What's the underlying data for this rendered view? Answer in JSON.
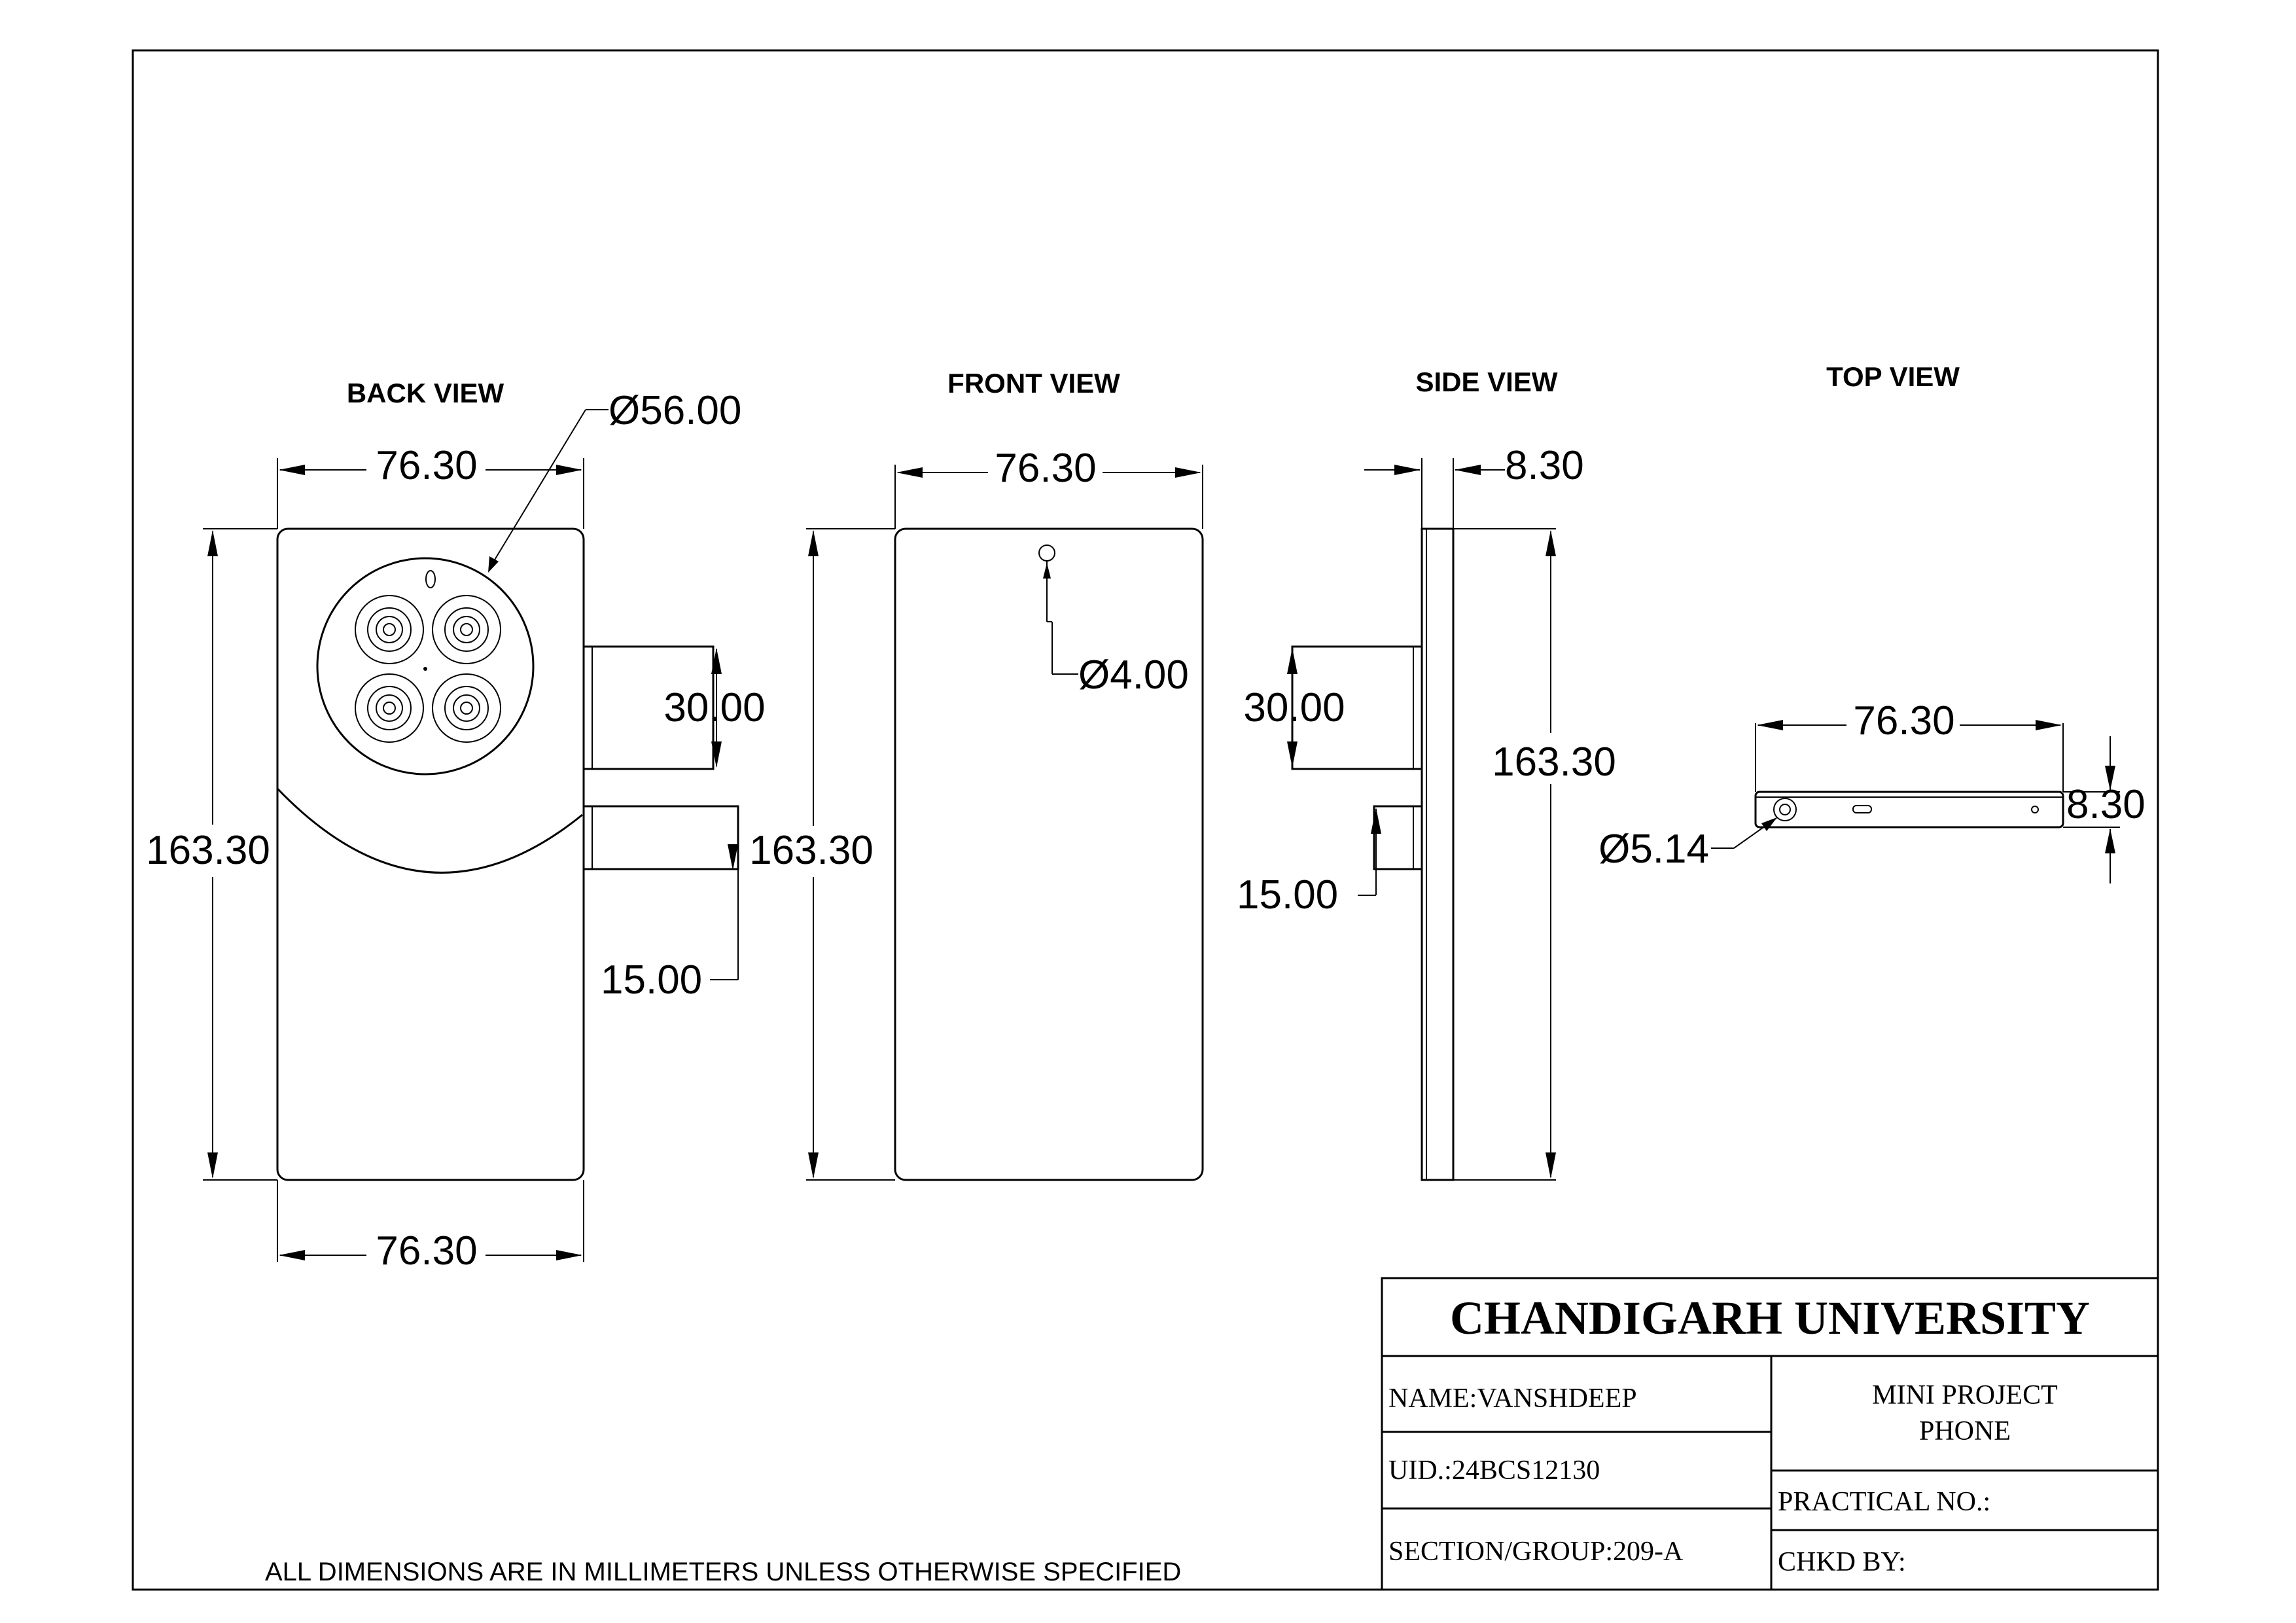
{
  "views": {
    "back": "BACK VIEW",
    "front": "FRONT VIEW",
    "side": "SIDE VIEW",
    "top": "TOP VIEW"
  },
  "dimensions": {
    "back": {
      "camera_diameter": "Ø56.00",
      "width_top": "76.30",
      "width_bottom": "76.30",
      "height": "163.30",
      "tab_upper": "30.00",
      "tab_lower_height": "163.30",
      "tab_lower": "15.00"
    },
    "front": {
      "width": "76.30",
      "hole_diameter": "Ø4.00"
    },
    "side": {
      "thickness": "8.30",
      "tab_upper": "30.00",
      "height": "163.30",
      "tab_lower": "15.00"
    },
    "top": {
      "width": "76.30",
      "thickness": "8.30",
      "port_diameter": "Ø5.14"
    }
  },
  "note": "ALL DIMENSIONS ARE IN MILLIMETERS UNLESS OTHERWISE SPECIFIED",
  "title_block": {
    "institution": "CHANDIGARH UNIVERSITY",
    "name": "NAME:VANSHDEEP",
    "uid": "UID.:24BCS12130",
    "section": "SECTION/GROUP:209-A",
    "project_line1": "MINI PROJECT",
    "project_line2": "PHONE",
    "practical_no": "PRACTICAL NO.:",
    "checked_by": "CHKD BY:"
  }
}
